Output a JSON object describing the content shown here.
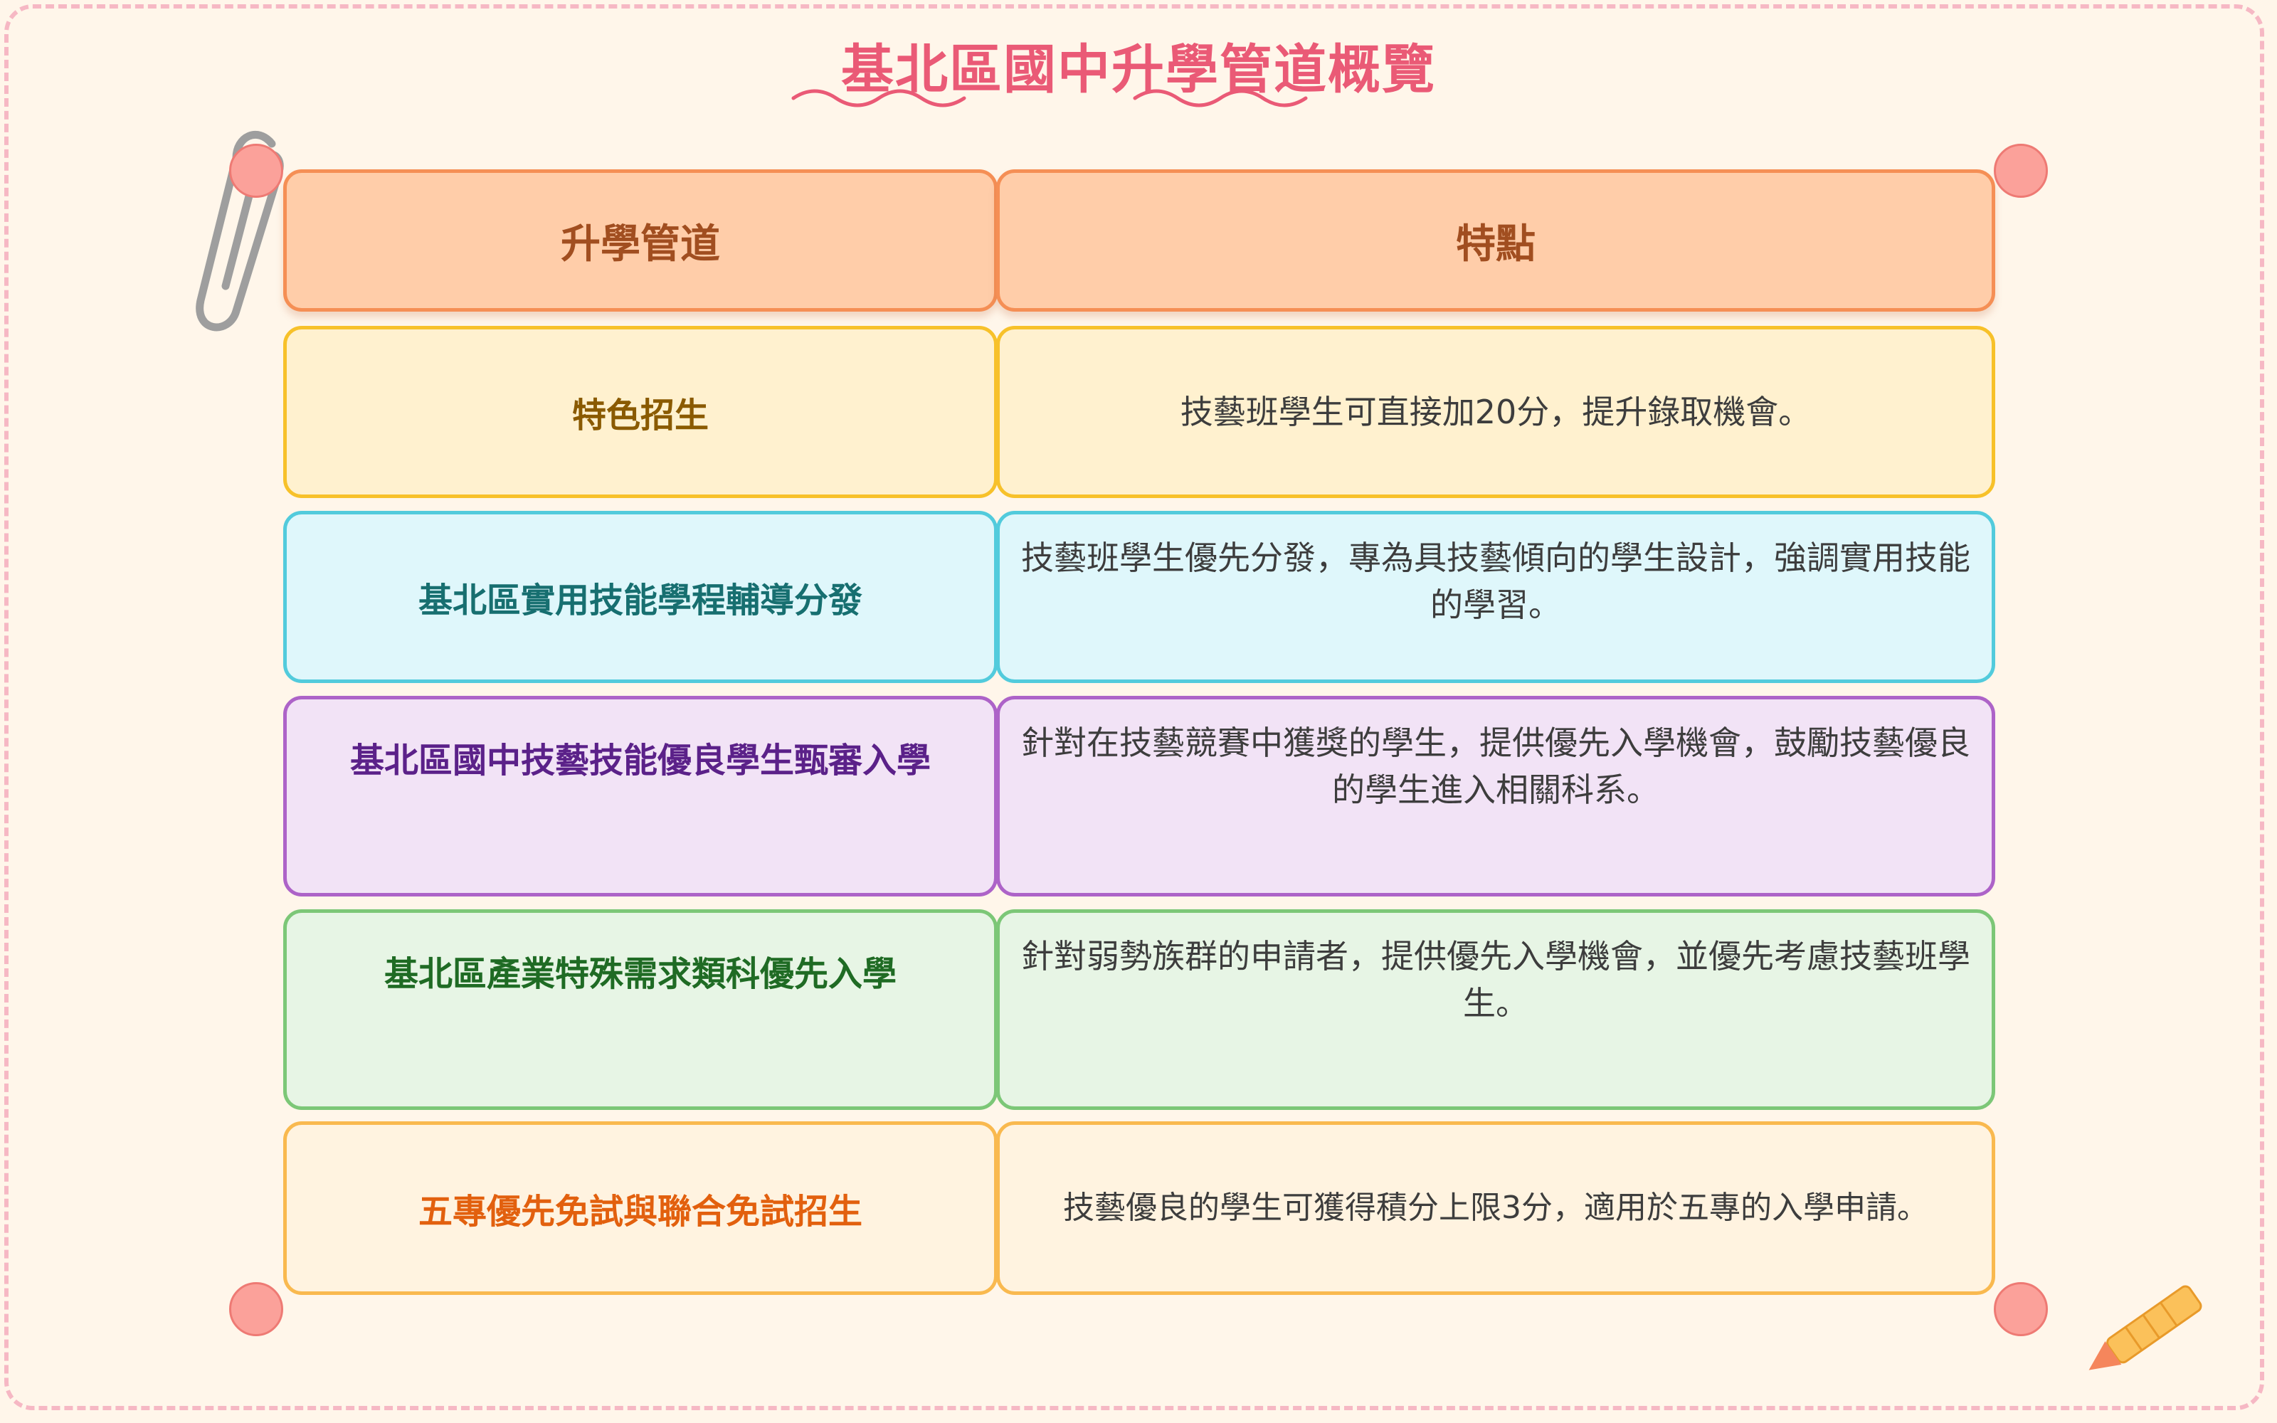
{
  "title": "基北區國中升學管道概覽",
  "headers": {
    "channel": "升學管道",
    "feature": "特點"
  },
  "rows": [
    {
      "channel": "特色招生",
      "feature": "技藝班學生可直接加20分，提升錄取機會。",
      "color": "#8a5a00"
    },
    {
      "channel": "基北區實用技能學程輔導分發",
      "feature": "技藝班學生優先分發，專為具技藝傾向的學生設計，強調實用技能的學習。",
      "color": "#176f70"
    },
    {
      "channel": "基北區國中技藝技能優良學生甄審入學",
      "feature": "針對在技藝競賽中獲獎的學生，提供優先入學機會，鼓勵技藝優良的學生進入相關科系。",
      "color": "#5b2189"
    },
    {
      "channel": "基北區產業特殊需求類科優先入學",
      "feature": "針對弱勢族群的申請者，提供優先入學機會，並優先考慮技藝班學生。",
      "color": "#1f6b24"
    },
    {
      "channel": "五專優先免試與聯合免試招生",
      "feature": "技藝優良的學生可獲得積分上限3分，適用於五專的入學申請。",
      "color": "#e2600e"
    }
  ],
  "colors": {
    "title": "#ea5a76",
    "frame": "#f6b8c4",
    "background": "#fff6ea"
  }
}
